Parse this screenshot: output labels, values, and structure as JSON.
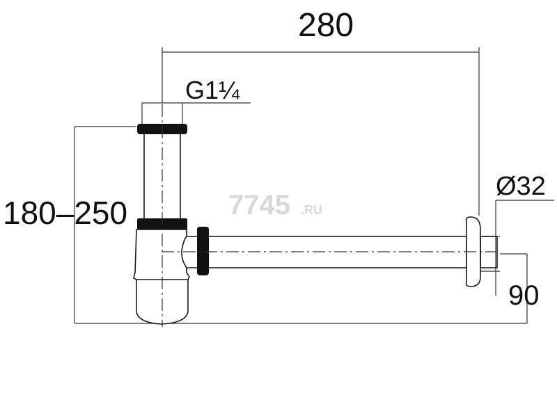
{
  "dimensions": {
    "width_label": "280",
    "thread_label": "G1¼",
    "height_label": "180–250",
    "pipe_diameter_label": "Ø32",
    "outlet_height_label": "90"
  },
  "watermark": {
    "number": "7745",
    "suffix": ".RU"
  },
  "colors": {
    "line": "#1a1a1a",
    "dim_line": "#333333",
    "gasket": "#111111",
    "watermark": "#d9d9d9"
  }
}
